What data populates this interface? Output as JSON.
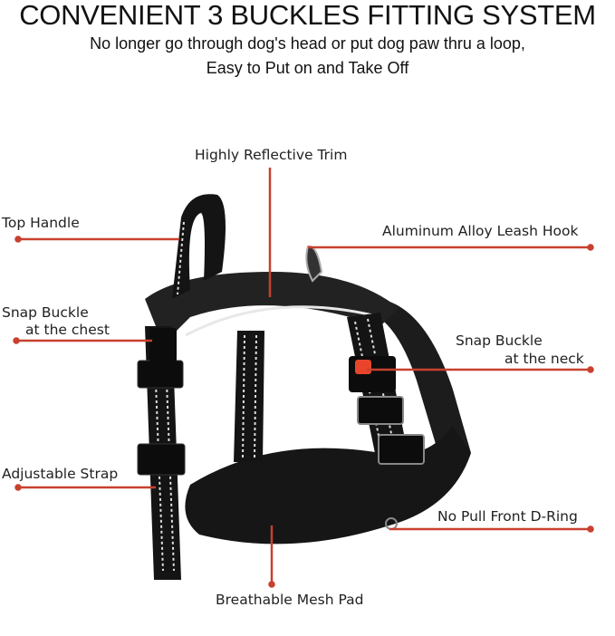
{
  "header": {
    "title": "CONVENIENT 3 BUCKLES FITTING SYSTEM",
    "subtitle_line1": "No longer go through dog's head or put dog paw thru a loop,",
    "subtitle_line2": "Easy to Put on and Take Off"
  },
  "callouts": {
    "reflective_trim": "Highly Reflective Trim",
    "top_handle": "Top Handle",
    "leash_hook": "Aluminum Alloy Leash Hook",
    "chest_buckle_line1": "Snap Buckle",
    "chest_buckle_line2": "at the chest",
    "neck_buckle_line1": "Snap Buckle",
    "neck_buckle_line2": "at the neck",
    "adjustable_strap": "Adjustable Strap",
    "d_ring": "No Pull Front D-Ring",
    "mesh_pad": "Breathable Mesh Pad"
  },
  "colors": {
    "callout_line": "#c8412f",
    "harness": "#141414",
    "reflective": "#e8e8e8",
    "buckle_release": "#e8452c"
  }
}
